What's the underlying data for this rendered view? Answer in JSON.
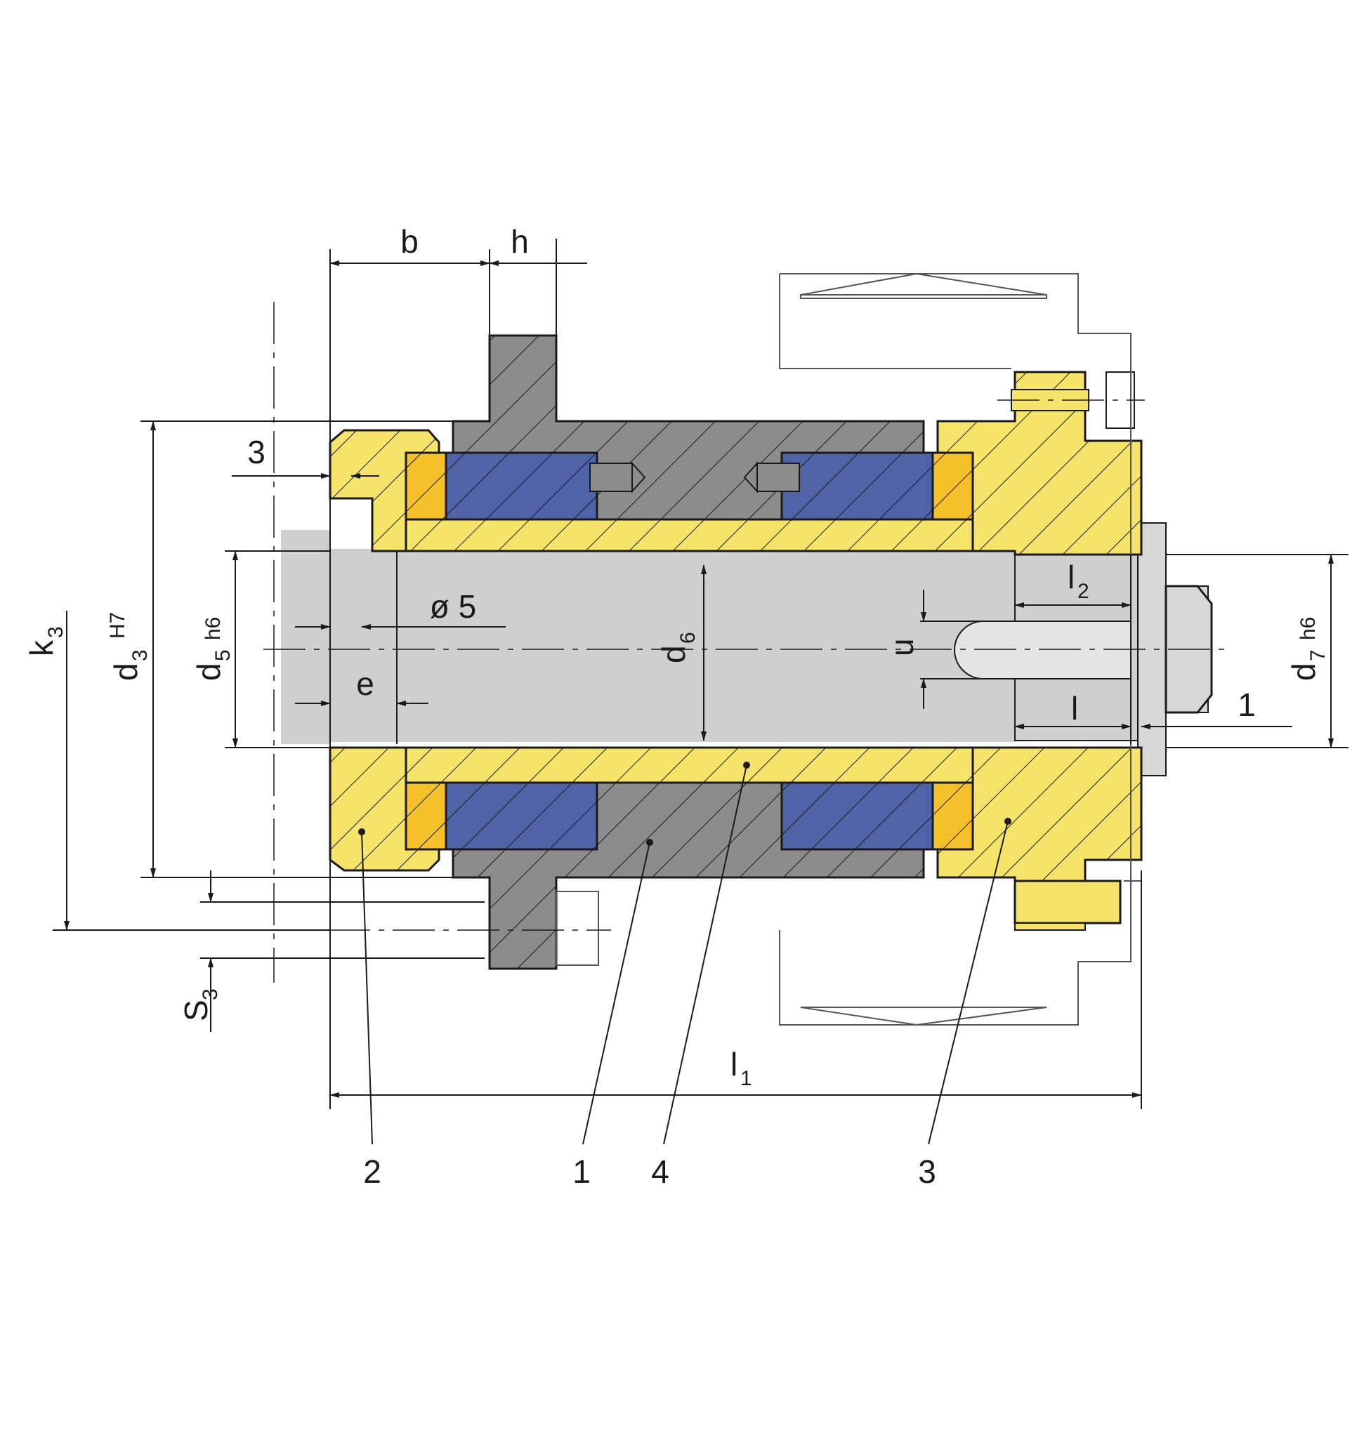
{
  "colors": {
    "yellow": "#f5e36a",
    "orange": "#f4c12a",
    "blue": "#4f63a6",
    "dark_gray": "#8c8c8c",
    "light_gray": "#cfcfcf",
    "line": "#1a1a1a"
  },
  "dimensions": {
    "b": "b",
    "h": "h",
    "three_top": "3",
    "k3_main": "k",
    "k3_sub": "3",
    "d3_main": "d",
    "d3_sub": "3",
    "d3_tol": "H7",
    "d5_main": "d",
    "d5_sub": "5",
    "d5_tol": "h6",
    "phi5": "ø 5",
    "e": "e",
    "d6_main": "d",
    "d6_sub": "6",
    "u": "u",
    "l2_main": "l",
    "l2_sub": "2",
    "l": "l",
    "one": "1",
    "d7_main": "d",
    "d7_sub": "7",
    "d7_tol": "h6",
    "s3_main": "S",
    "s3_sub": "3",
    "l1_main": "l",
    "l1_sub": "1"
  },
  "callouts": {
    "c1": "1",
    "c2": "2",
    "c3": "3",
    "c4": "4"
  }
}
